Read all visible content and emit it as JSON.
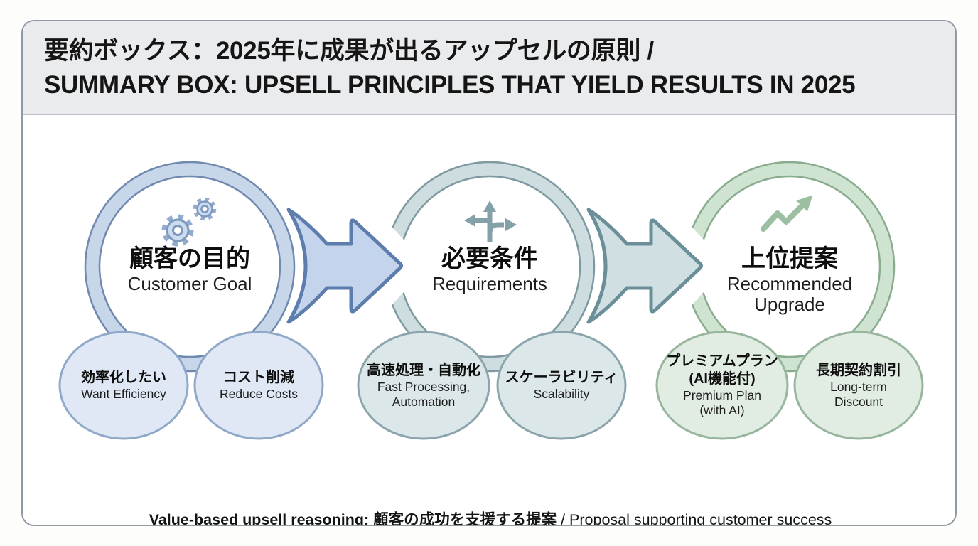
{
  "header": {
    "title_jp": "要約ボックス：2025年に成果が出るアップセルの原則 /",
    "title_en": "SUMMARY BOX: UPSELL PRINCIPLES THAT YIELD RESULTS IN 2025"
  },
  "stages": [
    {
      "id": "customer-goal",
      "icon": "gears-icon",
      "title_jp": "顧客の目的",
      "title_en": "Customer Goal",
      "accent": "#5d7dad",
      "bubbles": [
        {
          "jp": "効率化したい",
          "en": "Want Efficiency"
        },
        {
          "jp": "コスト削減",
          "en": "Reduce Costs"
        }
      ]
    },
    {
      "id": "requirements",
      "icon": "branching-arrows-icon",
      "title_jp": "必要条件",
      "title_en": "Requirements",
      "accent": "#6a8f99",
      "bubbles": [
        {
          "jp": "高速処理・自動化",
          "en": "Fast Processing,\nAutomation"
        },
        {
          "jp": "スケーラビリティ",
          "en": "Scalability"
        }
      ]
    },
    {
      "id": "recommended-upgrade",
      "icon": "trending-up-icon",
      "title_jp": "上位提案",
      "title_en": "Recommended\nUpgrade",
      "accent": "#89ab8e",
      "bubbles": [
        {
          "jp": "プレミアムプラン\n(AI機能付)",
          "en": "Premium Plan\n(with AI)"
        },
        {
          "jp": "長期契約割引",
          "en": "Long-term\nDiscount"
        }
      ]
    }
  ],
  "footer": {
    "bold_text": "Value-based upsell reasoning: 顧客の成功を支援する提案",
    "regular_text": " / Proposal supporting customer success"
  },
  "colors": {
    "stage1_band": "#c7d6e9",
    "stage1_edge": "#7089af",
    "stage2_band": "#cddde0",
    "stage2_edge": "#7e99a0",
    "stage3_band": "#cfe3d1",
    "stage3_edge": "#89ab8e",
    "arrow1_fill": "#c4d4ec",
    "arrow1_stroke": "#5d7dad",
    "arrow2_fill": "#d0e0e2",
    "arrow2_stroke": "#6a8f99",
    "header_bg": "#e9ebed"
  }
}
